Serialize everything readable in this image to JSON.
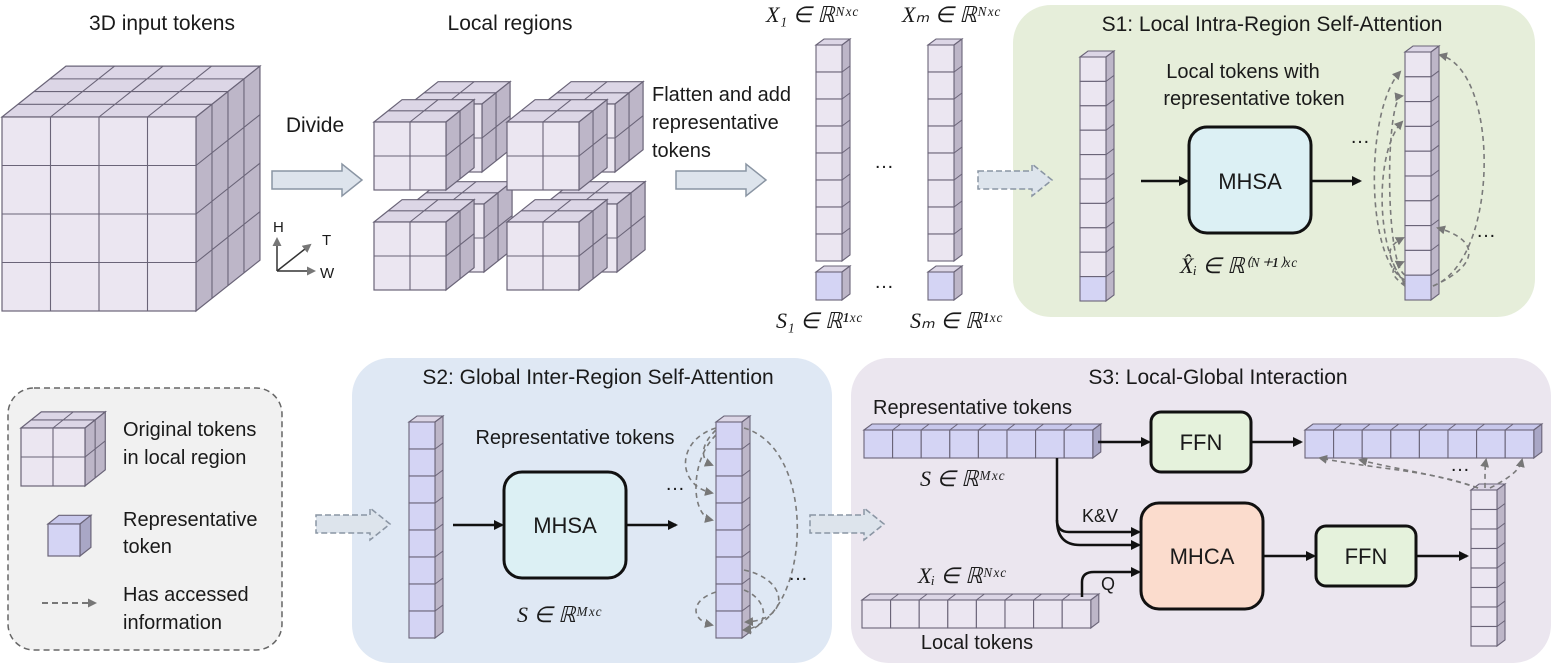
{
  "input": {
    "title": "3D input tokens",
    "axis_h": "H",
    "axis_t": "T",
    "axis_w": "W"
  },
  "divide": {
    "label": "Divide"
  },
  "regions": {
    "title": "Local regions"
  },
  "flatten": {
    "line1": "Flatten and add",
    "line2": "representative",
    "line3": "tokens"
  },
  "seq": {
    "x1": "X₁ ∈ ℝᴺˣᶜ",
    "xm": "Xₘ ∈ ℝᴺˣᶜ",
    "s1": "S₁ ∈ ℝ¹ˣᶜ",
    "sm": "Sₘ ∈ ℝ¹ˣᶜ",
    "ellipsis": "…"
  },
  "s1": {
    "title": "S1: Local Intra-Region Self-Attention",
    "caption1": "Local tokens with",
    "caption2": "representative token",
    "block": "MHSA",
    "formula": "X̂ᵢ ∈ ℝ⁽ᴺ⁺¹⁾ˣᶜ",
    "ellipsis": "…"
  },
  "legend": {
    "item1a": "Original tokens",
    "item1b": "in local region",
    "item2a": "Representative",
    "item2b": "token",
    "item3a": "Has accessed",
    "item3b": "information"
  },
  "s2": {
    "title": "S2: Global Inter-Region Self-Attention",
    "caption": "Representative tokens",
    "block": "MHSA",
    "formula": "S ∈ ℝᴹˣᶜ",
    "ellipsis": "…"
  },
  "s3": {
    "title": "S3: Local-Global Interaction",
    "rep_label": "Representative tokens",
    "rep_formula": "S ∈ ℝᴹˣᶜ",
    "ffn1": "FFN",
    "kv": "K&V",
    "q": "Q",
    "mhca": "MHCA",
    "ffn2": "FFN",
    "local_formula": "Xᵢ ∈ ℝᴺˣᶜ",
    "local_label": "Local tokens",
    "ellipsis": "…"
  },
  "colors": {
    "cube_face": "#ebe6f1",
    "cube_top": "#dcd6e6",
    "cube_side": "#bdb6c8",
    "rep_face": "#d4d4f4",
    "s1_bg": "#e6eeda",
    "s2_bg": "#dfe8f4",
    "s3_bg": "#ebe6ef",
    "mhsa": "#dcf0f4",
    "mhca": "#fbdccd",
    "ffn": "#e5f2dc",
    "legend_bg": "#f1f1f1",
    "arrow_fill": "#dde4ec"
  }
}
